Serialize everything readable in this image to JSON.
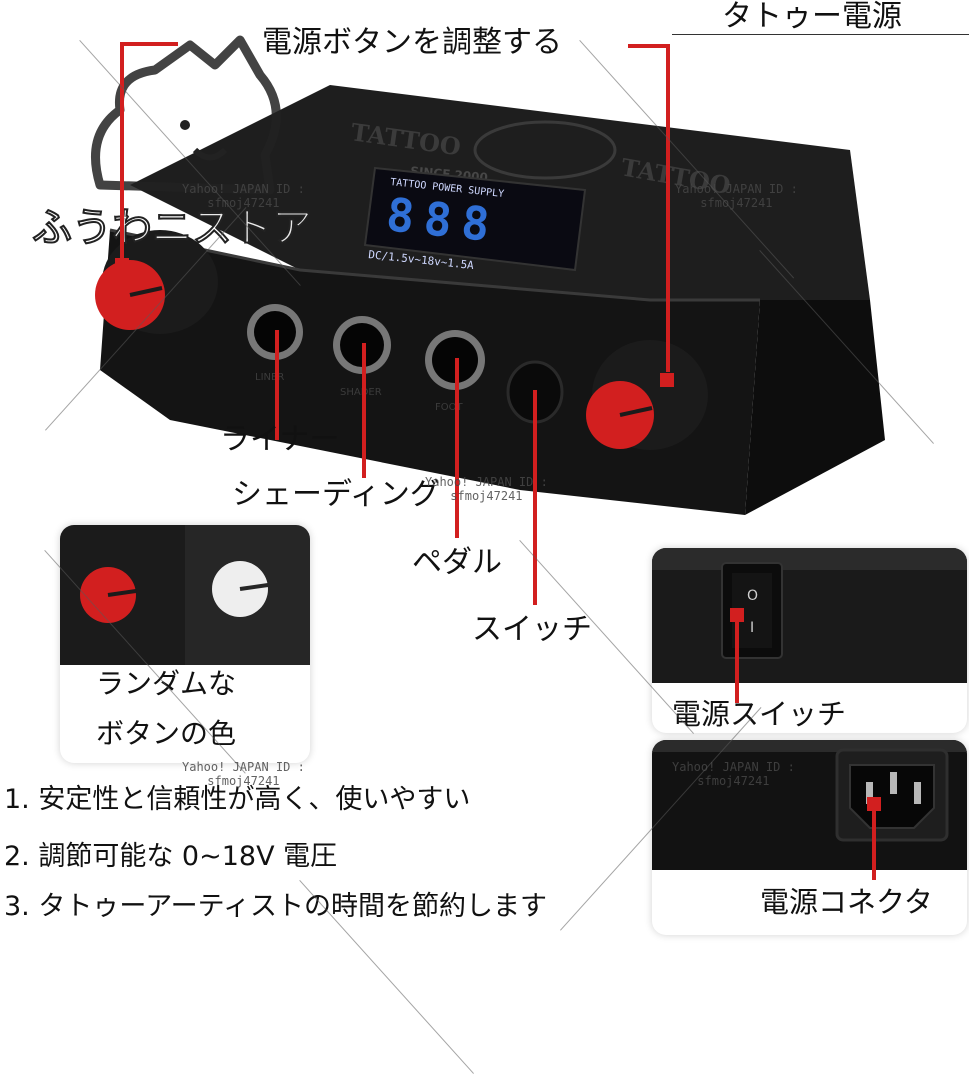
{
  "labels": {
    "top_title": "タトゥー電源",
    "adjust_button": "電源ボタンを調整する",
    "liner": "ライナー",
    "shading": "シェーディング",
    "pedal": "ペダル",
    "switch": "スイッチ",
    "random_color_line1": "ランダムな",
    "random_color_line2": "ボタンの色",
    "power_switch": "電源スイッチ",
    "power_connector": "電源コネクタ"
  },
  "store_logo_text": "ふうわニストア",
  "watermark": {
    "line1": "Yahoo! JAPAN ID :",
    "line2": "sfmoj47241"
  },
  "device": {
    "brand": "TATTOO",
    "since": "SINCE 2000",
    "display_header": "TATTOO POWER SUPPLY",
    "display_digits": "888",
    "display_footer": "DC/1.5v~18v~1.5A",
    "port_labels": [
      "LINER",
      "SHADER",
      "FOOT"
    ],
    "rocker_marks": [
      "O",
      "I"
    ]
  },
  "features": [
    "1. 安定性と信頼性が高く、使いやすい",
    "2. 調節可能な 0~18V 電圧",
    "3. タトゥーアーティストの時間を節約します"
  ],
  "colors": {
    "accent_red": "#d21f1f",
    "device_black": "#161616",
    "display_blue": "#2f6fd6"
  }
}
